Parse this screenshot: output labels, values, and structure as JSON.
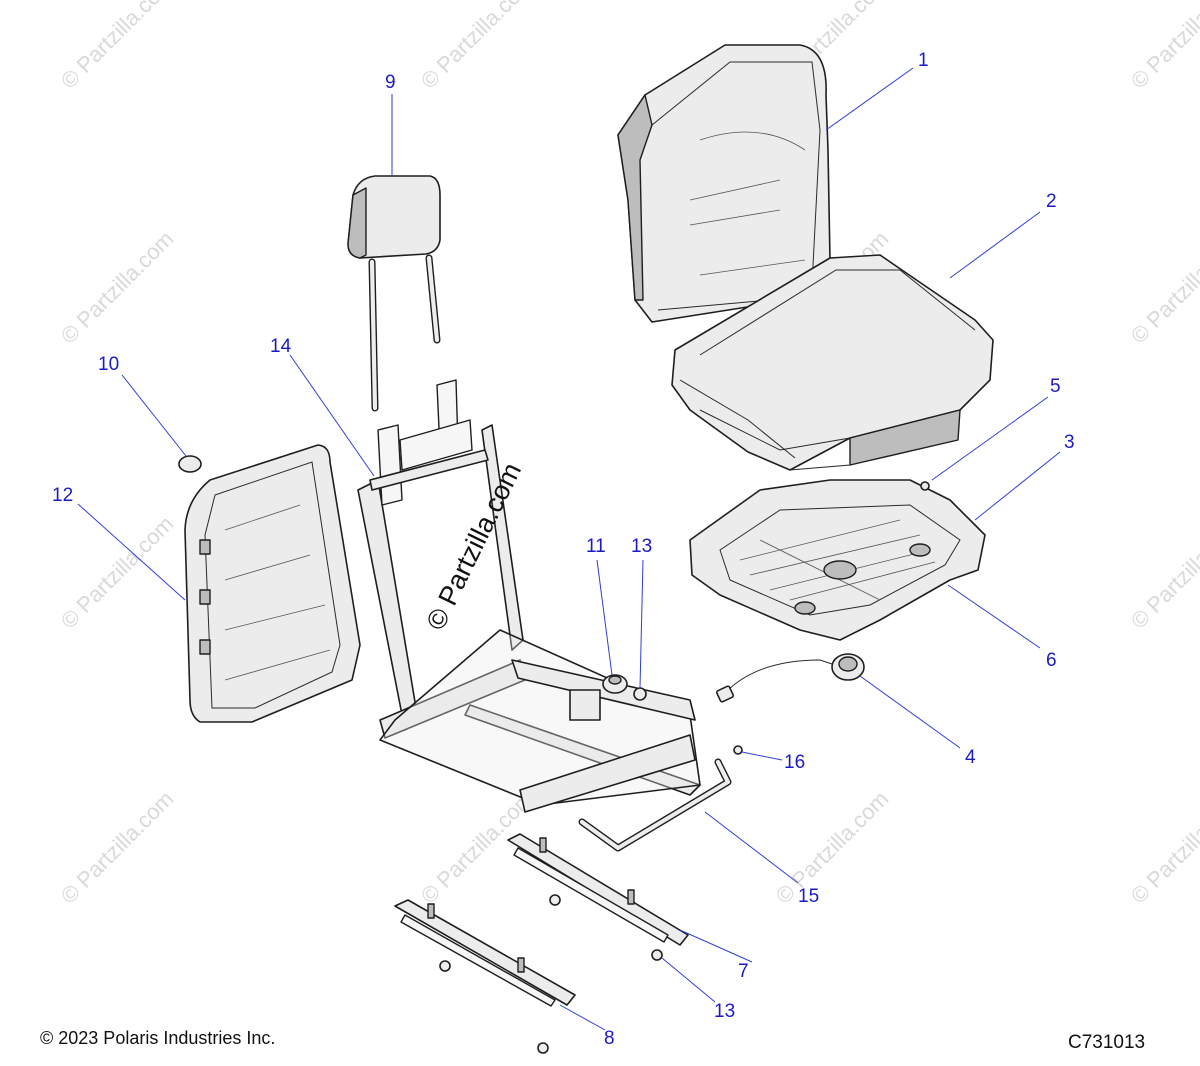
{
  "copyright": "© 2023 Polaris Industries Inc.",
  "figure_code": "C731013",
  "watermark": "© Partzilla.com",
  "callouts": [
    "1",
    "2",
    "3",
    "4",
    "5",
    "6",
    "7",
    "8",
    "9",
    "10",
    "11",
    "12",
    "13",
    "13",
    "14",
    "15",
    "16"
  ]
}
